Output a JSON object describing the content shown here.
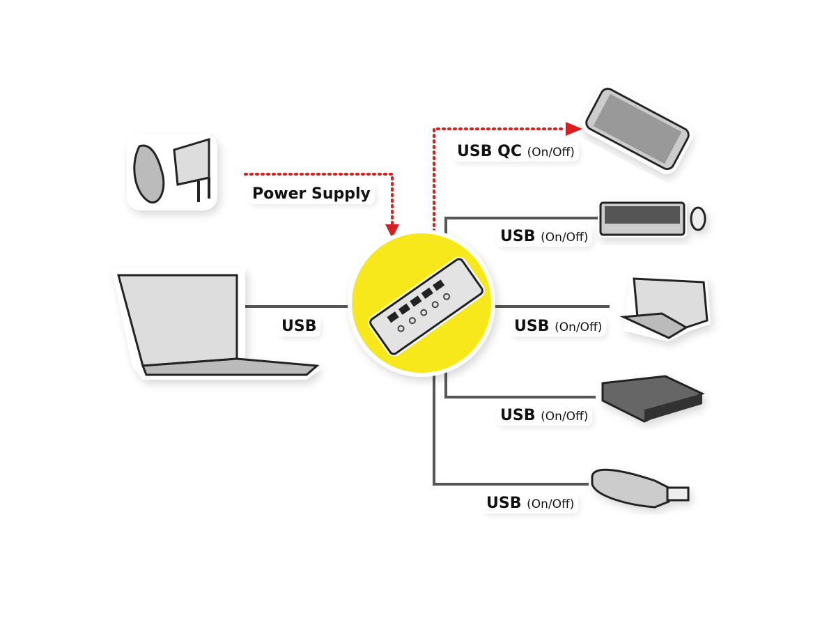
{
  "labels": {
    "power_supply": "Power Supply",
    "laptop_link": "USB",
    "phone_link": {
      "main": "USB QC",
      "sub": "(On/Off)"
    },
    "keyboard_link": {
      "main": "USB",
      "sub": "(On/Off)"
    },
    "printer_link": {
      "main": "USB",
      "sub": "(On/Off)"
    },
    "hdd_link": {
      "main": "USB",
      "sub": "(On/Off)"
    },
    "cardreader_link": {
      "main": "USB",
      "sub": "(On/Off)"
    }
  },
  "colors": {
    "hub_circle": "#f7e81c",
    "power_line": "#d81e1e",
    "usb_line": "#555555"
  },
  "devices": [
    "power-adapter",
    "laptop",
    "usb-hub",
    "smartphone",
    "keyboard-mouse",
    "printer",
    "external-hdd",
    "card-reader"
  ]
}
